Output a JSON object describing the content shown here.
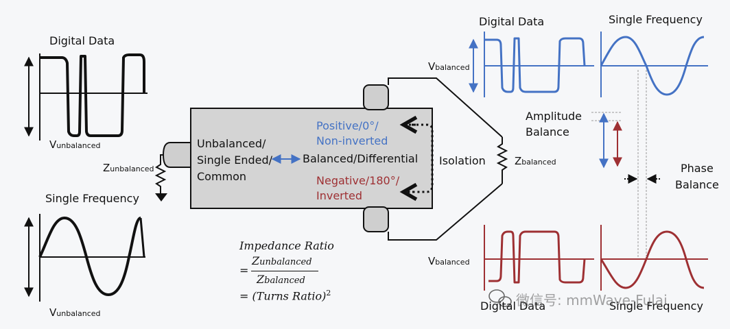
{
  "left_panel": {
    "digital_title": "Digital Data",
    "sine_title": "Single Frequency",
    "v_main": "V",
    "v_sub": "unbalanced",
    "z_main": "Z",
    "z_sub": "unbalanced"
  },
  "transformer": {
    "unbalanced_line1": "Unbalanced/",
    "unbalanced_line2": "Single Ended/",
    "unbalanced_line3": "Common",
    "balanced": "Balanced/Differential",
    "positive_line1": "Positive/0°/",
    "positive_line2": "Non-inverted",
    "negative_line1": "Negative/180°/",
    "negative_line2": "Inverted",
    "isolation": "Isolation",
    "z_main": "Z",
    "z_sub": "balanced"
  },
  "formula": {
    "title": "Impedance Ratio",
    "eq1": "=",
    "num_main": "Z",
    "num_sub": "unbalanced",
    "den_main": "Z",
    "den_sub": "balanced",
    "eq2": "= (Turns Ratio)",
    "exp": "2"
  },
  "right_panel": {
    "digital_title_top": "Digital Data",
    "sine_title_top": "Single Frequency",
    "digital_title_bottom": "Digital Data",
    "sine_title_bottom": "Single Frequency",
    "v_main": "V",
    "v_sub": "balanced",
    "amplitude_line1": "Amplitude",
    "amplitude_line2": "Balance",
    "phase_line1": "Phase",
    "phase_line2": "Balance"
  },
  "watermark": "微信号: mmWave-Fulai",
  "colors": {
    "positive": "#4472c4",
    "negative": "#9e3033",
    "box_fill": "#d4d4d4",
    "ink": "#111111"
  }
}
